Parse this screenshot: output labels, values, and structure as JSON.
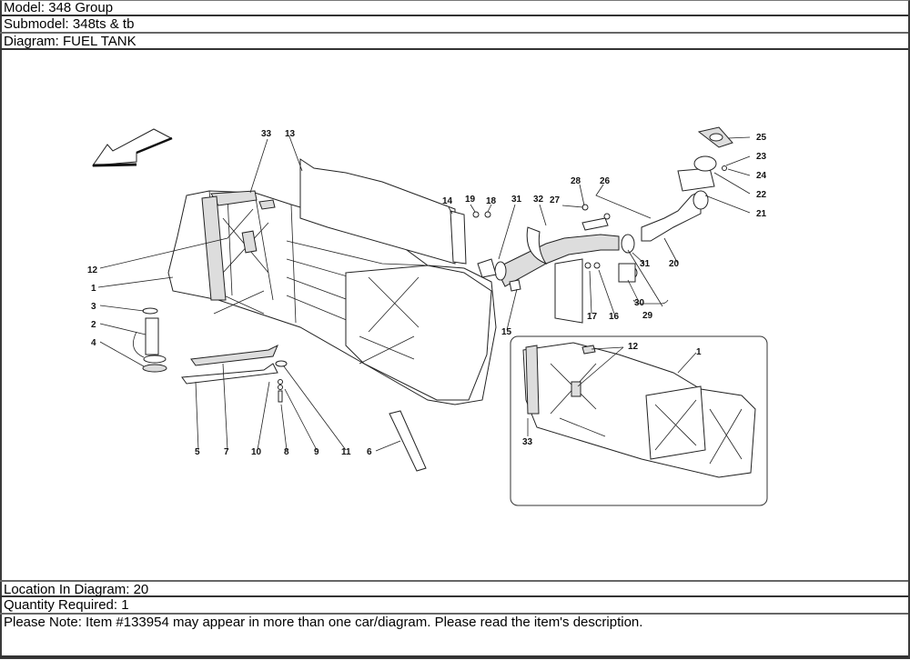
{
  "header": {
    "model": "Model: 348 Group",
    "submodel": "Submodel: 348ts & tb",
    "diagram": "Diagram: FUEL TANK"
  },
  "diagram": {
    "callouts": {
      "c33a": "33",
      "c13": "13",
      "c12a": "12",
      "c1a": "1",
      "c3": "3",
      "c2": "2",
      "c4": "4",
      "c14": "14",
      "c19": "19",
      "c18": "18",
      "c31a": "31",
      "c32": "32",
      "c27": "27",
      "c28": "28",
      "c26": "26",
      "c25": "25",
      "c23": "23",
      "c24": "24",
      "c22": "22",
      "c21": "21",
      "c20": "20",
      "c31b": "31",
      "c30": "30",
      "c29": "29",
      "c17": "17",
      "c16": "16",
      "c15": "15",
      "c5": "5",
      "c7": "7",
      "c10": "10",
      "c8": "8",
      "c9": "9",
      "c11": "11",
      "c6": "6",
      "c12b": "12",
      "c1b": "1",
      "c33b": "33"
    }
  },
  "footer": {
    "location": "Location In Diagram: 20",
    "quantity": "Quantity Required: 1",
    "note": "Please Note: Item #133954 may appear in more than one car/diagram. Please read the item's description."
  }
}
